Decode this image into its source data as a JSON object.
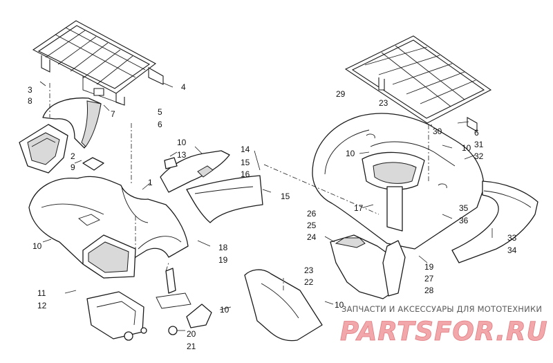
{
  "callouts": {
    "c1": "1",
    "c2": "2",
    "c3": "3",
    "c4": "4",
    "c5": "5",
    "c6a": "6",
    "c6b": "6",
    "c7": "7",
    "c8": "8",
    "c9": "9",
    "c10a": "10",
    "c10b": "10",
    "c10c": "10",
    "c10d": "10",
    "c10e": "10",
    "c10f": "10",
    "c11": "11",
    "c12": "12",
    "c13": "13",
    "c14": "14",
    "c15a": "15",
    "c15b": "15",
    "c16": "16",
    "c17": "17",
    "c18": "18",
    "c19a": "19",
    "c19b": "19",
    "c20": "20",
    "c21": "21",
    "c22": "22",
    "c23a": "23",
    "c23b": "23",
    "c24": "24",
    "c25": "25",
    "c26": "26",
    "c27": "27",
    "c28": "28",
    "c29": "29",
    "c30": "30",
    "c31": "31",
    "c32": "32",
    "c33": "33",
    "c34": "34",
    "c35": "35",
    "c36": "36"
  },
  "watermark": {
    "subtitle": "ЗАПЧАСТИ И АКСЕССУАРЫ ДЛЯ МОТОТЕХНИКИ",
    "logo": "PARTSFOR.RU"
  },
  "colors": {
    "line": "#1a1a1a",
    "logo_fill": "#f2a8ab",
    "logo_stroke": "#e07a80"
  }
}
